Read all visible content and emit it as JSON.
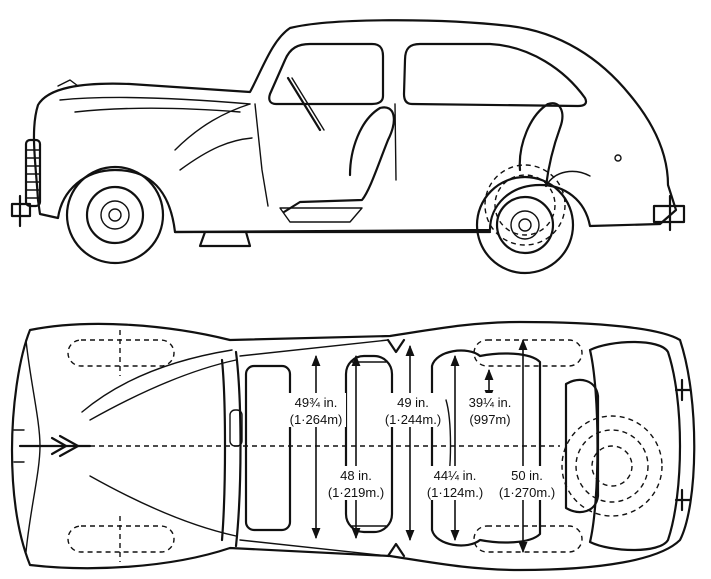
{
  "dimensions": [
    {
      "imperial": "49¾ in.",
      "metric": "(1·264m)"
    },
    {
      "imperial": "49 in.",
      "metric": "(1·244m.)"
    },
    {
      "imperial": "39¼ in.",
      "metric": "(997m)"
    },
    {
      "imperial": "48 in.",
      "metric": "(1·219m.)"
    },
    {
      "imperial": "44¼ in.",
      "metric": "(1·124m.)"
    },
    {
      "imperial": "50 in.",
      "metric": "(1·270m.)"
    }
  ]
}
